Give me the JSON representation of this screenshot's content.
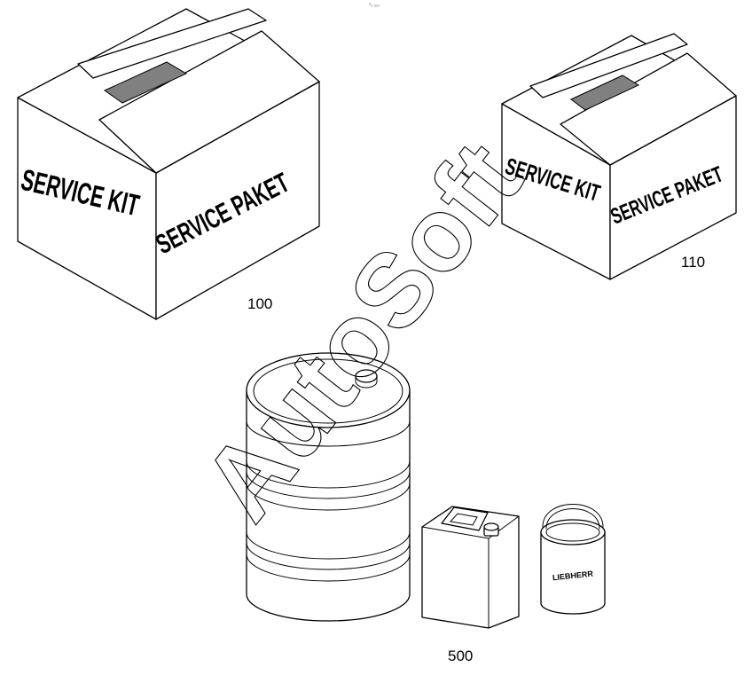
{
  "corner_mark": "⁰₀ ₀₀₀",
  "watermark": "AutoSoft",
  "parts": [
    {
      "id": "box-large",
      "number": "100",
      "left_text": "SERVICE KIT",
      "right_text": "SERVICE PAKET"
    },
    {
      "id": "box-small",
      "number": "110",
      "left_text": "SERVICE KIT",
      "right_text": "SERVICE PAKET"
    },
    {
      "id": "fluids",
      "number": "500",
      "can_label": "LIEBHERR"
    }
  ],
  "colors": {
    "ink": "#000000",
    "tape": "#808080",
    "background": "#ffffff"
  }
}
